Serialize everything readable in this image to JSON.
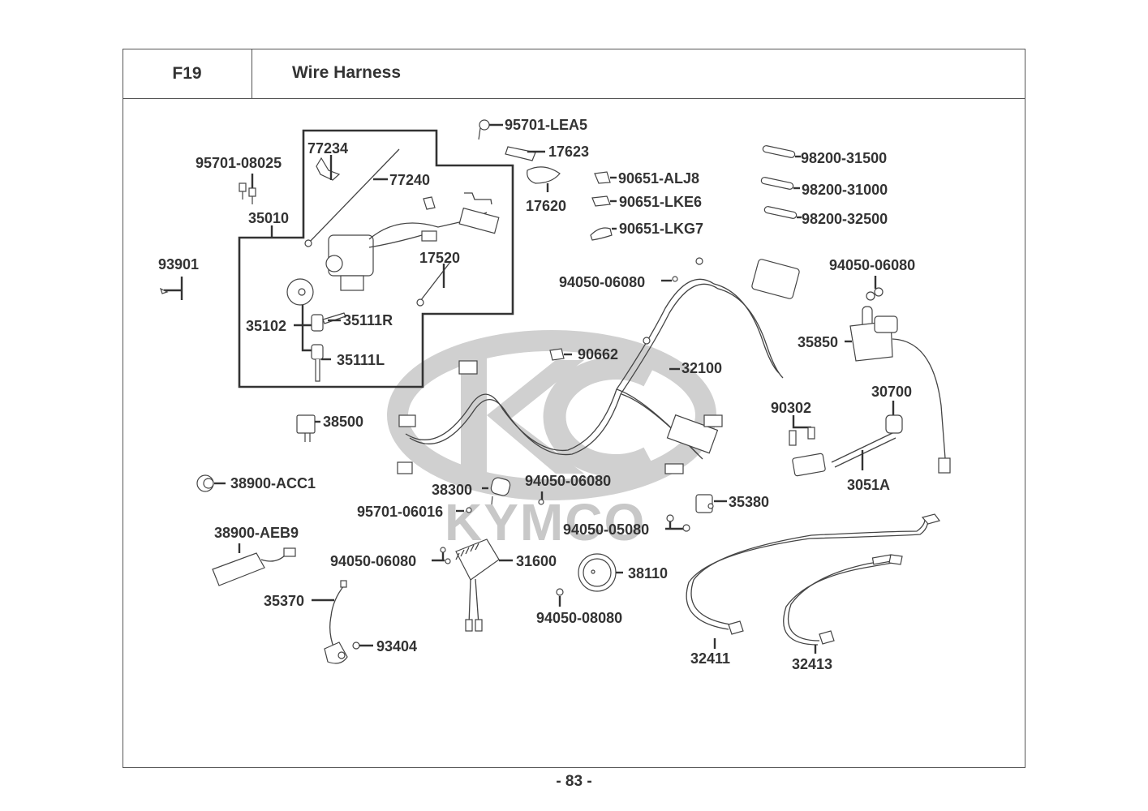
{
  "header": {
    "section_code": "F19",
    "title": "Wire Harness"
  },
  "watermark": {
    "brand": "KYMCO"
  },
  "parts": [
    {
      "id": "p-95701-LEA5",
      "number": "95701-LEA5"
    },
    {
      "id": "p-17623",
      "number": "17623"
    },
    {
      "id": "p-17620",
      "number": "17620"
    },
    {
      "id": "p-90651-ALJ8",
      "number": "90651-ALJ8"
    },
    {
      "id": "p-90651-LKE6",
      "number": "90651-LKE6"
    },
    {
      "id": "p-90651-LKG7",
      "number": "90651-LKG7"
    },
    {
      "id": "p-98200-31500",
      "number": "98200-31500"
    },
    {
      "id": "p-98200-31000",
      "number": "98200-31000"
    },
    {
      "id": "p-98200-32500",
      "number": "98200-32500"
    },
    {
      "id": "p-77234",
      "number": "77234"
    },
    {
      "id": "p-77240",
      "number": "77240"
    },
    {
      "id": "p-95701-08025",
      "number": "95701-08025"
    },
    {
      "id": "p-35010",
      "number": "35010"
    },
    {
      "id": "p-17520",
      "number": "17520"
    },
    {
      "id": "p-93901",
      "number": "93901"
    },
    {
      "id": "p-35102",
      "number": "35102"
    },
    {
      "id": "p-35111R",
      "number": "35111R"
    },
    {
      "id": "p-35111L",
      "number": "35111L"
    },
    {
      "id": "p-94050-06080-a",
      "number": "94050-06080"
    },
    {
      "id": "p-94050-06080-b",
      "number": "94050-06080"
    },
    {
      "id": "p-35850",
      "number": "35850"
    },
    {
      "id": "p-90662",
      "number": "90662"
    },
    {
      "id": "p-32100",
      "number": "32100"
    },
    {
      "id": "p-90302",
      "number": "90302"
    },
    {
      "id": "p-30700",
      "number": "30700"
    },
    {
      "id": "p-3051A",
      "number": "3051A"
    },
    {
      "id": "p-38500",
      "number": "38500"
    },
    {
      "id": "p-38900-ACC1",
      "number": "38900-ACC1"
    },
    {
      "id": "p-38300",
      "number": "38300"
    },
    {
      "id": "p-94050-06080-c",
      "number": "94050-06080"
    },
    {
      "id": "p-95701-06016",
      "number": "95701-06016"
    },
    {
      "id": "p-35380",
      "number": "35380"
    },
    {
      "id": "p-94050-05080",
      "number": "94050-05080"
    },
    {
      "id": "p-38900-AEB9",
      "number": "38900-AEB9"
    },
    {
      "id": "p-94050-06080-d",
      "number": "94050-06080"
    },
    {
      "id": "p-31600",
      "number": "31600"
    },
    {
      "id": "p-38110",
      "number": "38110"
    },
    {
      "id": "p-35370",
      "number": "35370"
    },
    {
      "id": "p-94050-08080",
      "number": "94050-08080"
    },
    {
      "id": "p-93404",
      "number": "93404"
    },
    {
      "id": "p-32411",
      "number": "32411"
    },
    {
      "id": "p-32413",
      "number": "32413"
    }
  ],
  "footer": {
    "page_number": "- 83 -"
  }
}
